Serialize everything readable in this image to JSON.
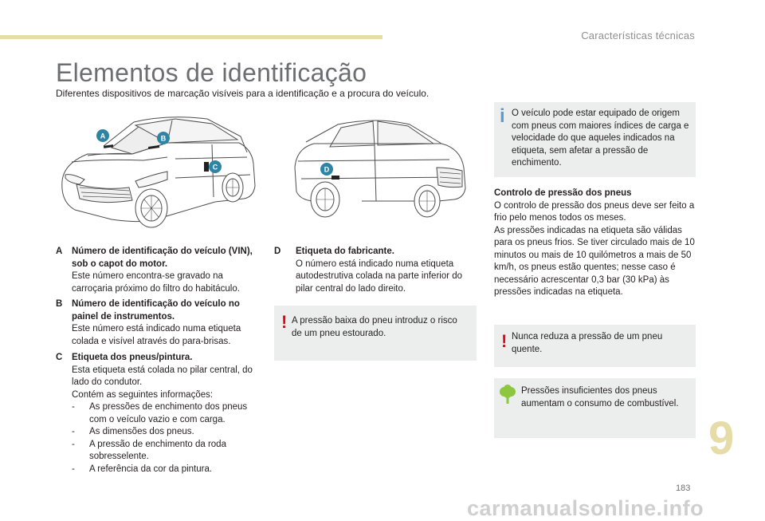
{
  "header": {
    "section_title": "Características técnicas"
  },
  "page": {
    "title": "Elementos de identificação",
    "subtitle": "Diferentes dispositivos de marcação visíveis para a identificação e a procura do veículo.",
    "chapter_number": "9",
    "page_number": "183"
  },
  "figures": {
    "left_labels": [
      "A",
      "B",
      "C"
    ],
    "right_labels": [
      "D"
    ],
    "badge_color": "#2d84a4"
  },
  "items": {
    "A": {
      "letter": "A",
      "heading": "Número de identificação do veículo (VIN), sob o capot do motor.",
      "text": "Este número encontra-se gravado na carroçaria próximo do filtro do habitáculo."
    },
    "B": {
      "letter": "B",
      "heading": "Número de identificação do veículo no painel de instrumentos.",
      "text": "Este número está indicado numa etiqueta colada e visível através do para-brisas."
    },
    "C": {
      "letter": "C",
      "heading": "Etiqueta dos pneus/pintura.",
      "text1": "Esta etiqueta está colada no pilar central, do lado do condutor.",
      "text2": "Contém as seguintes informações:",
      "bullets": [
        "As pressões de enchimento dos pneus com o veículo vazio e com carga.",
        "As dimensões dos pneus.",
        "A pressão de enchimento da roda sobresselente.",
        "A referência da cor da pintura."
      ]
    },
    "D": {
      "letter": "D",
      "heading": "Etiqueta do fabricante.",
      "text": "O número está indicado numa etiqueta autodestrutiva colada na parte inferior do pilar central do lado direito."
    }
  },
  "notes": {
    "low_pressure_warning": "A pressão baixa do pneu introduz o risco de um pneu estourado.",
    "info_tires": "O veículo pode estar equipado de origem com pneus com maiores índices de carga e velocidade do que aqueles indicados na etiqueta, sem afetar a pressão de enchimento.",
    "pressure_control": {
      "heading": "Controlo de pressão dos pneus",
      "p1": "O controlo de pressão dos pneus deve ser feito a frio pelo menos todos os meses.",
      "p2": "As pressões indicadas na etiqueta são válidas para os pneus frios. Se tiver circulado mais de 10 minutos ou mais de 10 quilómetros a mais de 50 km/h, os pneus estão quentes; nesse caso é necessário acrescentar 0,3 bar (30 kPa) às pressões indicadas na etiqueta."
    },
    "never_reduce": "Nunca reduza a pressão de um pneu quente.",
    "eco_tip": "Pressões insuficientes dos pneus aumentam o consumo de combustível."
  },
  "footer": {
    "watermark": "carmanualsonline.info"
  },
  "colors": {
    "accent": "#e5dca7",
    "warning": "#e30613",
    "info": "#5b9bd5",
    "eco": "#8dc63f",
    "box_bg": "#eceeee"
  },
  "icons": {
    "warning": "exclamation-icon",
    "info": "info-icon",
    "eco": "tree-icon"
  }
}
